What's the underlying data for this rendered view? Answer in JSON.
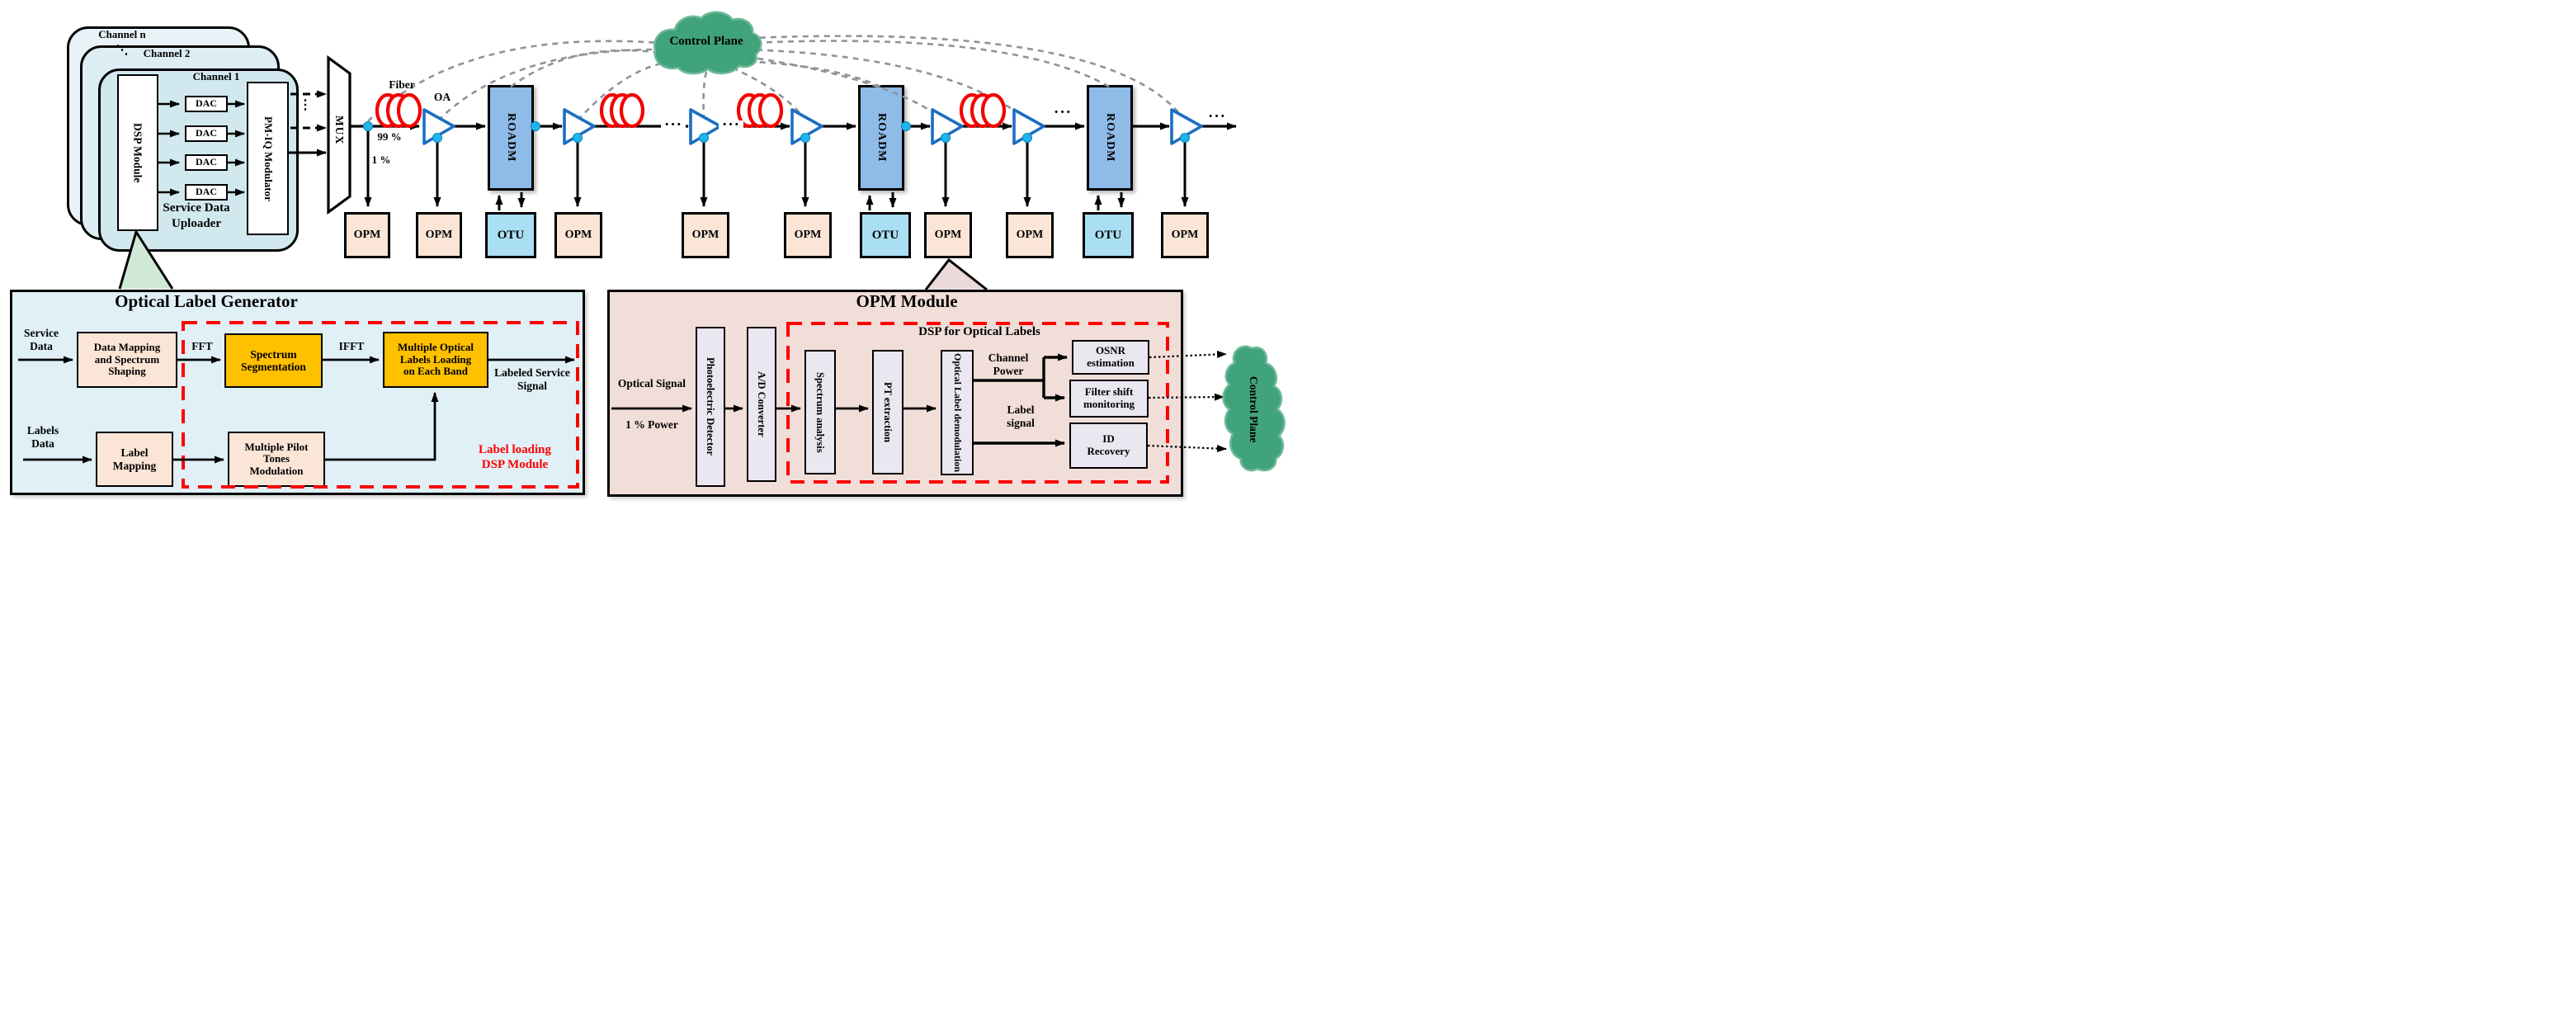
{
  "uploader": {
    "channel_n": "Channel n",
    "channel_2": "Channel 2",
    "channel_1": "Channel 1",
    "diag_dots": "⋱",
    "dsp_module": "DSP Module",
    "dac": "DAC",
    "pm_iq": "PM-IQ Modulator",
    "caption": "Service Data\nUploader",
    "mux": "MUX",
    "mux_vdots": "⋮"
  },
  "chain": {
    "fiber": "Fiber",
    "oa": "OA",
    "tap_99": "99 %",
    "tap_1": "1 %",
    "roadm": "ROADM",
    "opm": "OPM",
    "otu": "OTU",
    "ellipsis": "···",
    "control_plane": "Control Plane"
  },
  "olg": {
    "title": "Optical Label Generator",
    "service_data": "Service\nData",
    "data_mapping": "Data Mapping\nand Spectrum\nShaping",
    "fft": "FFT",
    "spectrum_segmentation": "Spectrum\nSegmentation",
    "ifft": "IFFT",
    "labels_loading": "Multiple Optical\nLabels Loading\non Each Band",
    "labeled_signal": "Labeled Service\nSignal",
    "labels_data": "Labels\nData",
    "label_mapping": "Label\nMapping",
    "pilot_tones": "Multiple Pilot\nTones\nModulation",
    "red_caption": "Label loading\nDSP Module"
  },
  "opm_module": {
    "title": "OPM Module",
    "optical_signal": "Optical Signal",
    "one_percent_power": "1 % Power",
    "photoelectric": "Photoelectric Detector",
    "adc": "A/D Converter",
    "dsp_caption": "DSP for Optical Labels",
    "spectrum_analysis": "Spectrum analysis",
    "pt_extraction": "PT extraction",
    "demodulation": "Optical Label demodulation",
    "channel_power": "Channel\nPower",
    "label_signal": "Label\nsignal",
    "osnr": "OSNR\nestimation",
    "filter_shift": "Filter shift\nmonitoring",
    "id_recovery": "ID\nRecovery",
    "control_plane": "Control Plane"
  },
  "colors": {
    "accent_red": "#ff0000",
    "cloud_green": "#3aa076",
    "roadm_blue": "#8fbbe8",
    "otu_blue": "#aadef2",
    "opm_peach": "#fbe5d6",
    "orange_box": "#ffc000",
    "amp_blue": "#1b6ec2",
    "dot_cyan": "#1fb4ea",
    "olg_bg": "#e0f0f6",
    "opm_bg": "#f1ded9"
  }
}
